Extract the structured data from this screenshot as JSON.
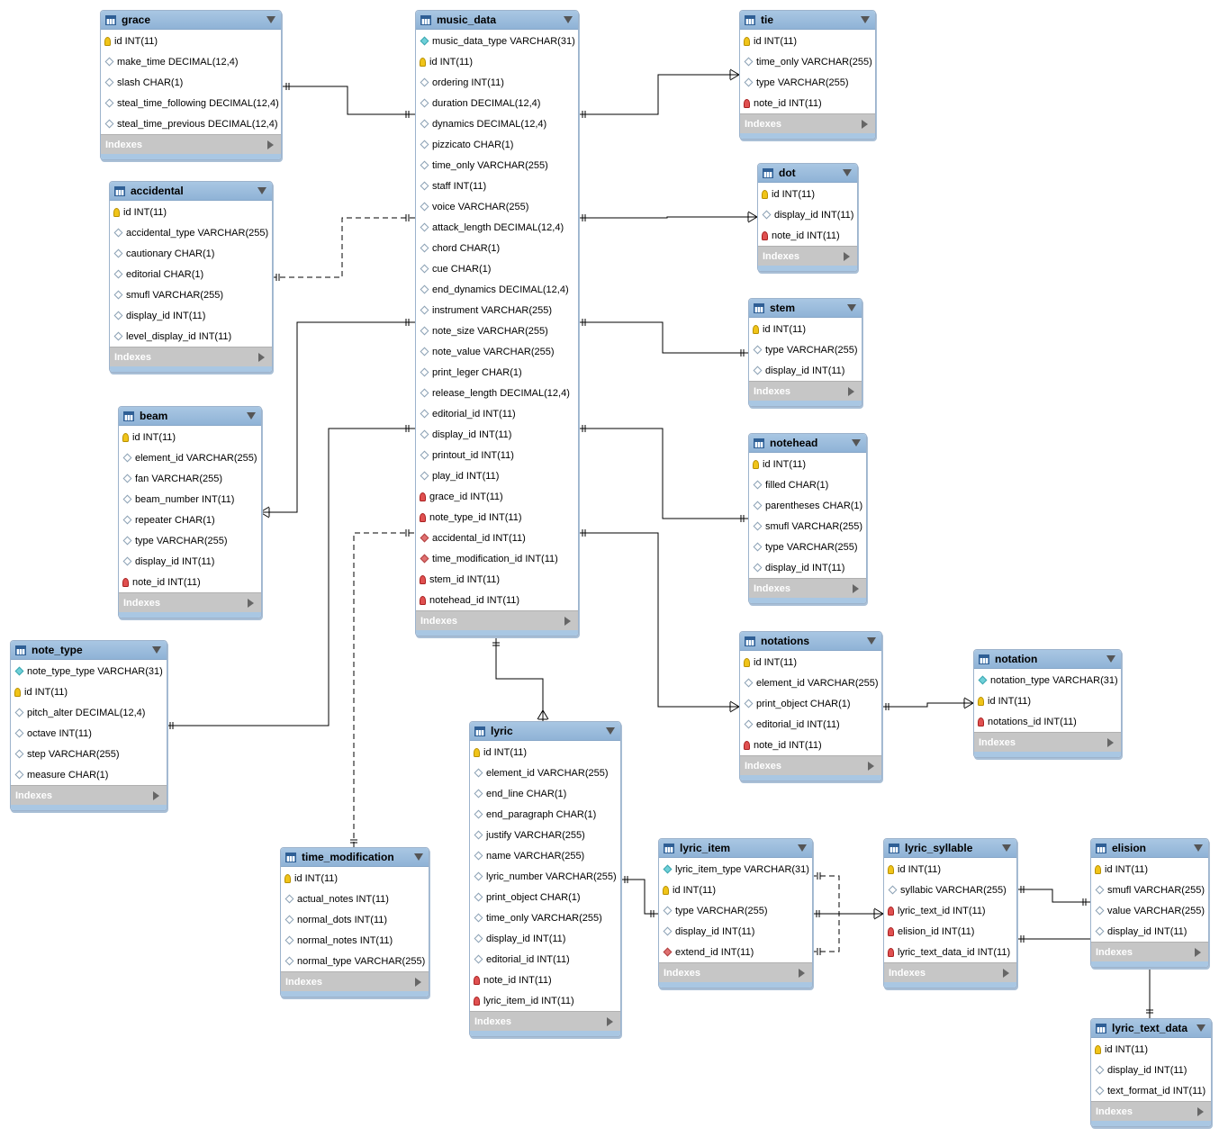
{
  "tables": [
    {
      "name": "grace",
      "cols": [
        [
          "pk",
          "id INT(11)"
        ],
        [
          "col",
          "make_time DECIMAL(12,4)"
        ],
        [
          "col",
          "slash CHAR(1)"
        ],
        [
          "col",
          "steal_time_following DECIMAL(12,4)"
        ],
        [
          "col",
          "steal_time_previous DECIMAL(12,4)"
        ]
      ]
    },
    {
      "name": "music_data",
      "cols": [
        [
          "nn",
          "music_data_type VARCHAR(31)"
        ],
        [
          "pk",
          "id INT(11)"
        ],
        [
          "col",
          "ordering INT(11)"
        ],
        [
          "col",
          "duration DECIMAL(12,4)"
        ],
        [
          "col",
          "dynamics DECIMAL(12,4)"
        ],
        [
          "col",
          "pizzicato CHAR(1)"
        ],
        [
          "col",
          "time_only VARCHAR(255)"
        ],
        [
          "col",
          "staff INT(11)"
        ],
        [
          "col",
          "voice VARCHAR(255)"
        ],
        [
          "col",
          "attack_length DECIMAL(12,4)"
        ],
        [
          "col",
          "chord CHAR(1)"
        ],
        [
          "col",
          "cue CHAR(1)"
        ],
        [
          "col",
          "end_dynamics DECIMAL(12,4)"
        ],
        [
          "col",
          "instrument VARCHAR(255)"
        ],
        [
          "col",
          "note_size VARCHAR(255)"
        ],
        [
          "col",
          "note_value VARCHAR(255)"
        ],
        [
          "col",
          "print_leger CHAR(1)"
        ],
        [
          "col",
          "release_length DECIMAL(12,4)"
        ],
        [
          "col",
          "editorial_id INT(11)"
        ],
        [
          "col",
          "display_id INT(11)"
        ],
        [
          "col",
          "printout_id INT(11)"
        ],
        [
          "col",
          "play_id INT(11)"
        ],
        [
          "fk",
          "grace_id INT(11)"
        ],
        [
          "fk",
          "note_type_id INT(11)"
        ],
        [
          "fkcol",
          "accidental_id INT(11)"
        ],
        [
          "fkcol",
          "time_modification_id INT(11)"
        ],
        [
          "fk",
          "stem_id INT(11)"
        ],
        [
          "fk",
          "notehead_id INT(11)"
        ]
      ]
    },
    {
      "name": "tie",
      "cols": [
        [
          "pk",
          "id INT(11)"
        ],
        [
          "col",
          "time_only VARCHAR(255)"
        ],
        [
          "col",
          "type VARCHAR(255)"
        ],
        [
          "fk",
          "note_id INT(11)"
        ]
      ]
    },
    {
      "name": "dot",
      "cols": [
        [
          "pk",
          "id INT(11)"
        ],
        [
          "col",
          "display_id INT(11)"
        ],
        [
          "fk",
          "note_id INT(11)"
        ]
      ]
    },
    {
      "name": "accidental",
      "cols": [
        [
          "pk",
          "id INT(11)"
        ],
        [
          "col",
          "accidental_type VARCHAR(255)"
        ],
        [
          "col",
          "cautionary CHAR(1)"
        ],
        [
          "col",
          "editorial CHAR(1)"
        ],
        [
          "col",
          "smufl VARCHAR(255)"
        ],
        [
          "col",
          "display_id INT(11)"
        ],
        [
          "col",
          "level_display_id INT(11)"
        ]
      ]
    },
    {
      "name": "stem",
      "cols": [
        [
          "pk",
          "id INT(11)"
        ],
        [
          "col",
          "type VARCHAR(255)"
        ],
        [
          "col",
          "display_id INT(11)"
        ]
      ]
    },
    {
      "name": "beam",
      "cols": [
        [
          "pk",
          "id INT(11)"
        ],
        [
          "col",
          "element_id VARCHAR(255)"
        ],
        [
          "col",
          "fan VARCHAR(255)"
        ],
        [
          "col",
          "beam_number INT(11)"
        ],
        [
          "col",
          "repeater CHAR(1)"
        ],
        [
          "col",
          "type VARCHAR(255)"
        ],
        [
          "col",
          "display_id INT(11)"
        ],
        [
          "fk",
          "note_id INT(11)"
        ]
      ]
    },
    {
      "name": "notehead",
      "cols": [
        [
          "pk",
          "id INT(11)"
        ],
        [
          "col",
          "filled CHAR(1)"
        ],
        [
          "col",
          "parentheses CHAR(1)"
        ],
        [
          "col",
          "smufl VARCHAR(255)"
        ],
        [
          "col",
          "type VARCHAR(255)"
        ],
        [
          "col",
          "display_id INT(11)"
        ]
      ]
    },
    {
      "name": "note_type",
      "cols": [
        [
          "nn",
          "note_type_type VARCHAR(31)"
        ],
        [
          "pk",
          "id INT(11)"
        ],
        [
          "col",
          "pitch_alter DECIMAL(12,4)"
        ],
        [
          "col",
          "octave INT(11)"
        ],
        [
          "col",
          "step VARCHAR(255)"
        ],
        [
          "col",
          "measure CHAR(1)"
        ]
      ]
    },
    {
      "name": "notations",
      "cols": [
        [
          "pk",
          "id INT(11)"
        ],
        [
          "col",
          "element_id VARCHAR(255)"
        ],
        [
          "col",
          "print_object CHAR(1)"
        ],
        [
          "col",
          "editorial_id INT(11)"
        ],
        [
          "fk",
          "note_id INT(11)"
        ]
      ]
    },
    {
      "name": "notation",
      "cols": [
        [
          "nn",
          "notation_type VARCHAR(31)"
        ],
        [
          "pk",
          "id INT(11)"
        ],
        [
          "fk",
          "notations_id INT(11)"
        ]
      ]
    },
    {
      "name": "lyric",
      "cols": [
        [
          "pk",
          "id INT(11)"
        ],
        [
          "col",
          "element_id VARCHAR(255)"
        ],
        [
          "col",
          "end_line CHAR(1)"
        ],
        [
          "col",
          "end_paragraph CHAR(1)"
        ],
        [
          "col",
          "justify VARCHAR(255)"
        ],
        [
          "col",
          "name VARCHAR(255)"
        ],
        [
          "col",
          "lyric_number VARCHAR(255)"
        ],
        [
          "col",
          "print_object CHAR(1)"
        ],
        [
          "col",
          "time_only VARCHAR(255)"
        ],
        [
          "col",
          "display_id INT(11)"
        ],
        [
          "col",
          "editorial_id INT(11)"
        ],
        [
          "fk",
          "note_id INT(11)"
        ],
        [
          "fk",
          "lyric_item_id INT(11)"
        ]
      ]
    },
    {
      "name": "time_modification",
      "cols": [
        [
          "pk",
          "id INT(11)"
        ],
        [
          "col",
          "actual_notes INT(11)"
        ],
        [
          "col",
          "normal_dots INT(11)"
        ],
        [
          "col",
          "normal_notes INT(11)"
        ],
        [
          "col",
          "normal_type VARCHAR(255)"
        ]
      ]
    },
    {
      "name": "lyric_item",
      "cols": [
        [
          "nn",
          "lyric_item_type VARCHAR(31)"
        ],
        [
          "pk",
          "id INT(11)"
        ],
        [
          "col",
          "type VARCHAR(255)"
        ],
        [
          "col",
          "display_id INT(11)"
        ],
        [
          "fkcol",
          "extend_id INT(11)"
        ]
      ]
    },
    {
      "name": "lyric_syllable",
      "cols": [
        [
          "pk",
          "id INT(11)"
        ],
        [
          "col",
          "syllabic VARCHAR(255)"
        ],
        [
          "fk",
          "lyric_text_id INT(11)"
        ],
        [
          "fk",
          "elision_id INT(11)"
        ],
        [
          "fk",
          "lyric_text_data_id INT(11)"
        ]
      ]
    },
    {
      "name": "elision",
      "cols": [
        [
          "pk",
          "id INT(11)"
        ],
        [
          "col",
          "smufl VARCHAR(255)"
        ],
        [
          "col",
          "value VARCHAR(255)"
        ],
        [
          "col",
          "display_id INT(11)"
        ]
      ]
    },
    {
      "name": "lyric_text_data",
      "cols": [
        [
          "pk",
          "id INT(11)"
        ],
        [
          "col",
          "display_id INT(11)"
        ],
        [
          "col",
          "text_format_id INT(11)"
        ]
      ]
    }
  ],
  "indexes_label": "Indexes",
  "colors": {
    "header": "#a9c7e3",
    "indexes": "#c6c6c6",
    "line": "#000000"
  }
}
